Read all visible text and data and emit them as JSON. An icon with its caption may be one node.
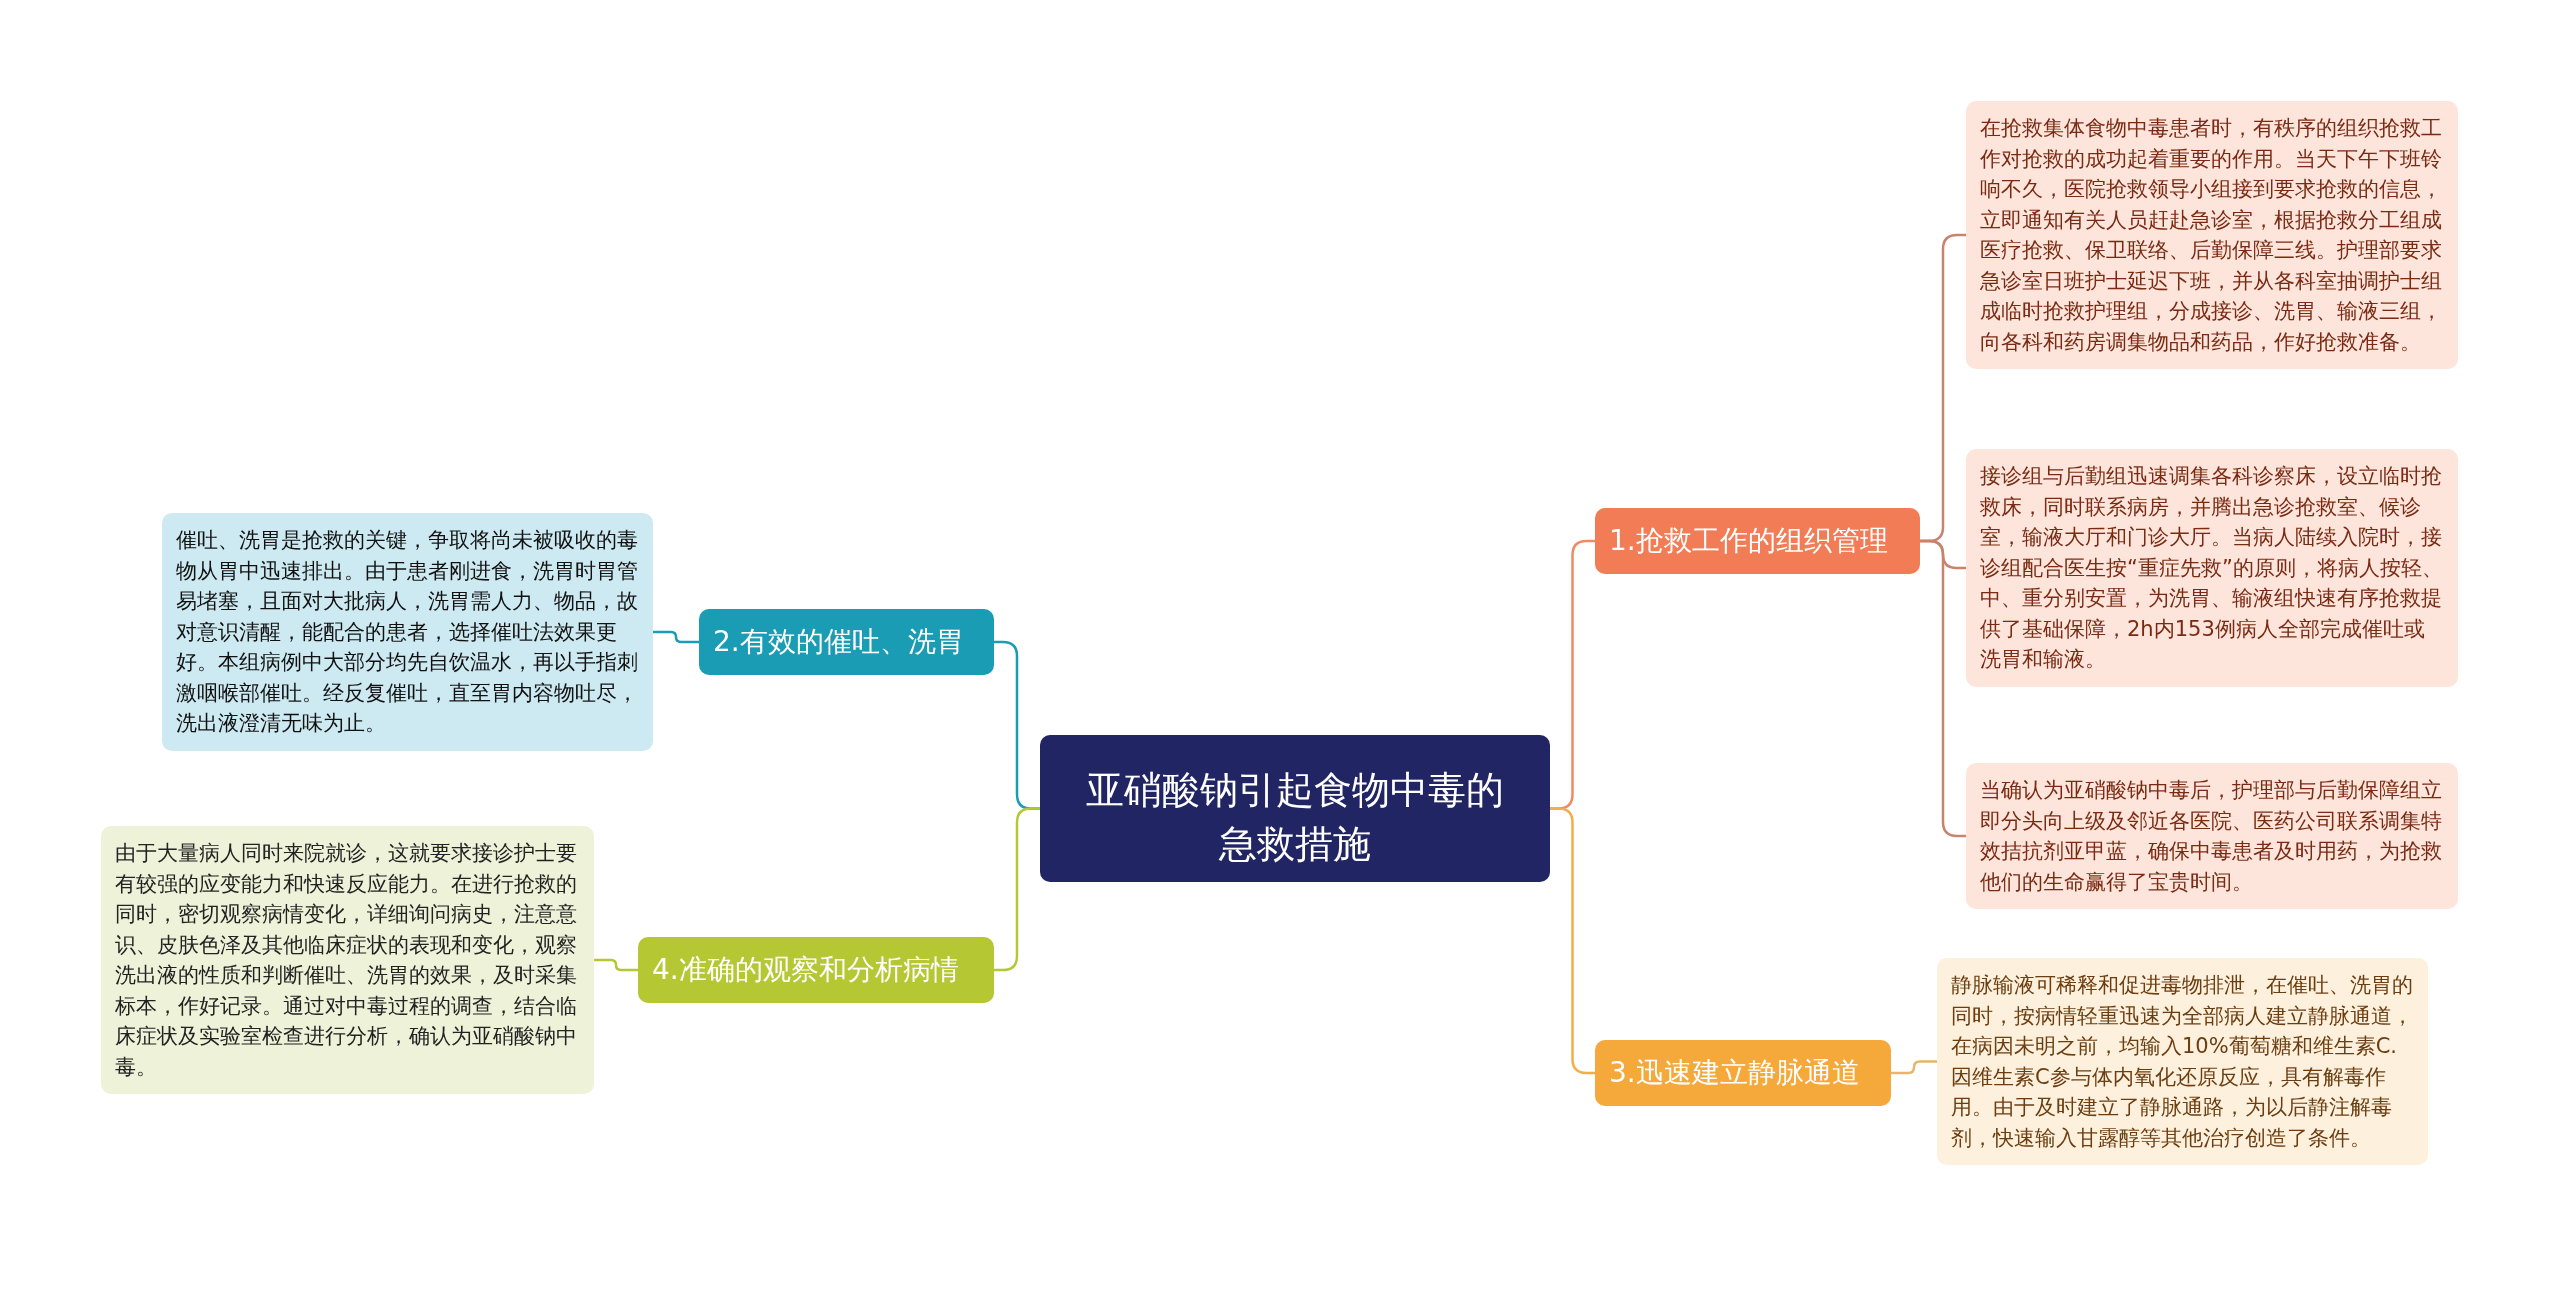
{
  "diagram": {
    "nodes": [
      {
        "text": [
          "亚硝酸钠引起食物中毒的急救措施"
        ]
      },
      {
        "text": [
          "1.抢救工作的组织管理"
        ]
      },
      {
        "text": [
          "在抢救集体食物中毒患者时，有秩序的组织抢救工作对抢救的成功起着重要的作用。当天下午下班铃响不久，医院抢救领导小组接到要求抢救的信息，立即通知有关人员赶赴急诊室，根据抢救分工组成医疗抢救、保卫联络、后勤保障三线。护理部要求急诊室日班护士延迟下班，并从各科室抽调护士组成临时抢救护理组，分成接诊、洗胃、输液三组，向各科和药房调集物品和药品，作好抢救准备。"
        ]
      },
      {
        "text": [
          "接诊组与后勤组迅速调集各科诊察床，设立临时抢救床，同时联系病房，并腾出急诊抢救室、候诊室，输液大厅和门诊大厅。当病人陆续入院时，接诊组配合医生按“重症先救”的原则，将病人按轻、中、重分别安置，为洗胃、输液组快速有序抢救提供了基础保障，2h内153例病人全部完成催吐或洗胃和输液。"
        ]
      },
      {
        "text": [
          "当确认为亚硝酸钠中毒后，护理部与后勤保障组立即分头向上级及邻近各医院、医药公司联系调集特效拮抗剂亚甲蓝，确保中毒患者及时用药，为抢救他们的生命赢得了宝贵时间。"
        ]
      },
      {
        "text": [
          "3.迅速建立静脉通道"
        ]
      },
      {
        "text": [
          "静脉输液可稀释和促进毒物排泄，在催吐、洗胃的同时，按病情轻重迅速为全部病人建立静脉通道，在病因未明之前，均输入10%葡萄糖和维生素C.因维生素C参与体内氧化还原反应，具有解毒作用。由于及时建立了静脉通路，为以后静注解毒剂，快速输入甘露醇等其他治疗创造了条件。"
        ]
      },
      {
        "text": [
          "2.有效的催吐、洗胃"
        ]
      },
      {
        "text": [
          "催吐、洗胃是抢救的关键，争取将尚未被吸收的毒物从胃中迅速排出。由于患者刚进食，洗胃时胃管易堵塞，且面对大批病人，洗胃需人力、物品，故对意识清醒，能配合的患者，选择催吐法效果更好。本组病例中大部分均先自饮温水，再以手指刺激咽喉部催吐。经反复催吐，直至胃内容物吐尽，洗出液澄清无味为止。"
        ]
      },
      {
        "text": [
          "4.准确的观察和分析病情"
        ]
      },
      {
        "text": [
          "由于大量病人同时来院就诊，这就要求接诊护士要有较强的应变能力和快速反应能力。在进行抢救的同时，密切观察病情变化，详细询问病史，注意意识、皮肤色泽及其他临床症状的表现和变化，观察洗出液的性质和判断催吐、洗胃的效果，及时采集标本，作好记录。通过对中毒过程的调查，结合临床症状及实验室检查进行分析，确认为亚硝酸钠中毒。"
        ]
      }
    ],
    "edges": [
      {
        "from": 0,
        "to": 1,
        "arrow": "none",
        "color": "#f08a64"
      },
      {
        "from": 1,
        "to": 2,
        "arrow": "none",
        "color": "#c9826b"
      },
      {
        "from": 1,
        "to": 3,
        "arrow": "none",
        "color": "#c9826b"
      },
      {
        "from": 1,
        "to": 4,
        "arrow": "none",
        "color": "#c9826b"
      },
      {
        "from": 0,
        "to": 5,
        "arrow": "none",
        "color": "#f3ae4a"
      },
      {
        "from": 5,
        "to": 6,
        "arrow": "none",
        "color": "#e8b56a"
      },
      {
        "from": 0,
        "to": 7,
        "arrow": "none",
        "color": "#1a9cb5"
      },
      {
        "from": 7,
        "to": 8,
        "arrow": "none",
        "color": "#1a9cb5"
      },
      {
        "from": 0,
        "to": 9,
        "arrow": "none",
        "color": "#b5c834"
      },
      {
        "from": 9,
        "to": 10,
        "arrow": "none",
        "color": "#b5c834"
      }
    ]
  }
}
